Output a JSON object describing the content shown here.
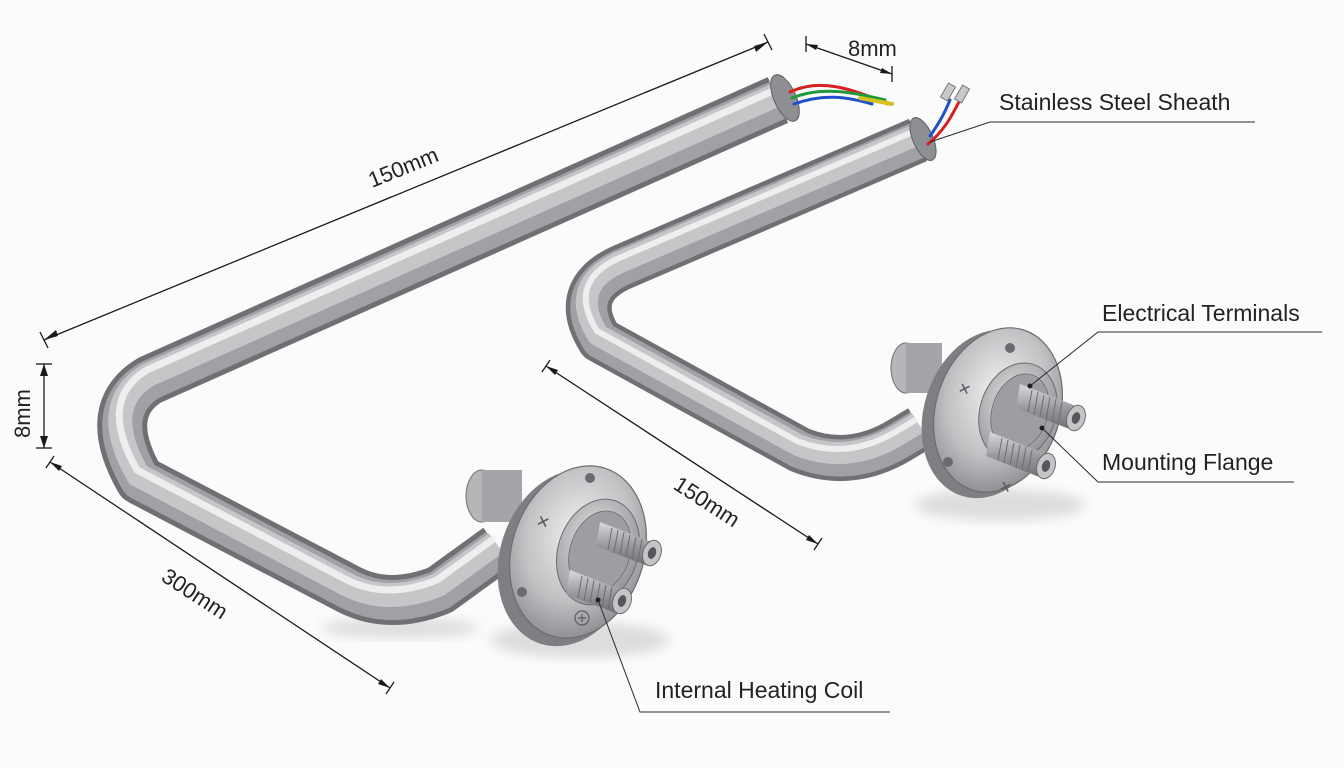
{
  "callouts": {
    "sheath": "Stainless Steel Sheath",
    "terminals": "Electrical Terminals",
    "flange": "Mounting Flange",
    "coil": "Internal Heating Coil"
  },
  "dimensions": {
    "top_length": "150mm",
    "wire_length": "8mm",
    "tube_diameter": "8mm",
    "bottom_length": "300mm",
    "inner_length": "150mm"
  },
  "colors": {
    "steel_light": "#e9e9ea",
    "steel_mid": "#a9abad",
    "steel_dark": "#6e7073",
    "wire_red": "#d62020",
    "wire_green": "#1f9a3a",
    "wire_blue": "#2050c8",
    "wire_yellow": "#d8c020"
  }
}
